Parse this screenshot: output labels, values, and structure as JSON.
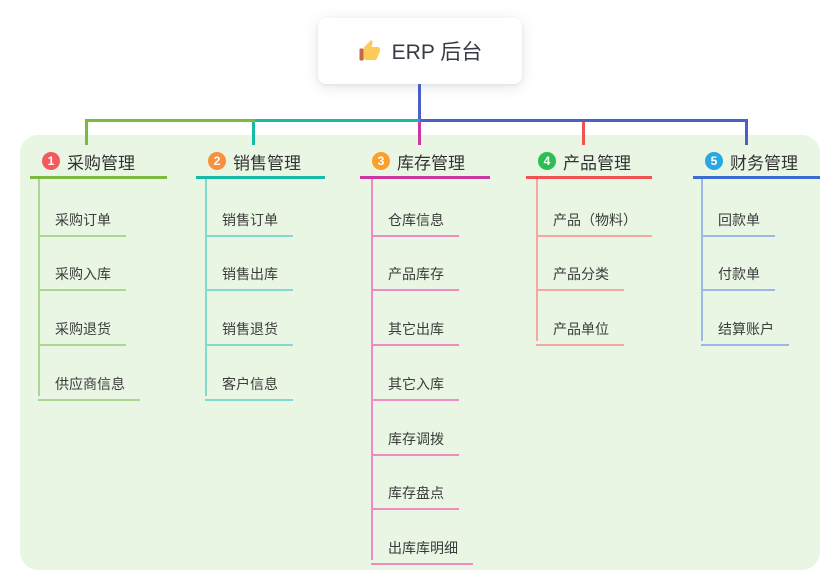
{
  "root": {
    "icon": "thumbs-up-icon",
    "label": "ERP 后台"
  },
  "background_color": "#FFFFFF",
  "panel_color": "#E9F6E3",
  "connector_color": "#4A60C8",
  "branches": [
    {
      "badge": "1",
      "badge_color": "#F25B5E",
      "label": "采购管理",
      "color": "#7CBA3F",
      "light_color": "#ACD793",
      "children": [
        "采购订单",
        "采购入库",
        "采购退货",
        "供应商信息"
      ]
    },
    {
      "badge": "2",
      "badge_color": "#F9903D",
      "label": "销售管理",
      "color": "#17B9A7",
      "light_color": "#7FDAD0",
      "children": [
        "销售订单",
        "销售出库",
        "销售退货",
        "客户信息"
      ]
    },
    {
      "badge": "3",
      "badge_color": "#FBA02C",
      "label": "库存管理",
      "color": "#CC37A0",
      "light_color": "#F08CC4",
      "children": [
        "仓库信息",
        "产品库存",
        "其它出库",
        "其它入库",
        "库存调拨",
        "库存盘点",
        "出库库明细"
      ]
    },
    {
      "badge": "4",
      "badge_color": "#2CBD55",
      "label": "产品管理",
      "color": "#F05352",
      "light_color": "#F7A7A1",
      "children": [
        "产品（物料）",
        "产品分类",
        "产品单位"
      ]
    },
    {
      "badge": "5",
      "badge_color": "#29A7E2",
      "label": "财务管理",
      "color": "#3C6CD3",
      "light_color": "#9CB8E9",
      "children": [
        "回款单",
        "付款单",
        "结算账户"
      ]
    }
  ]
}
